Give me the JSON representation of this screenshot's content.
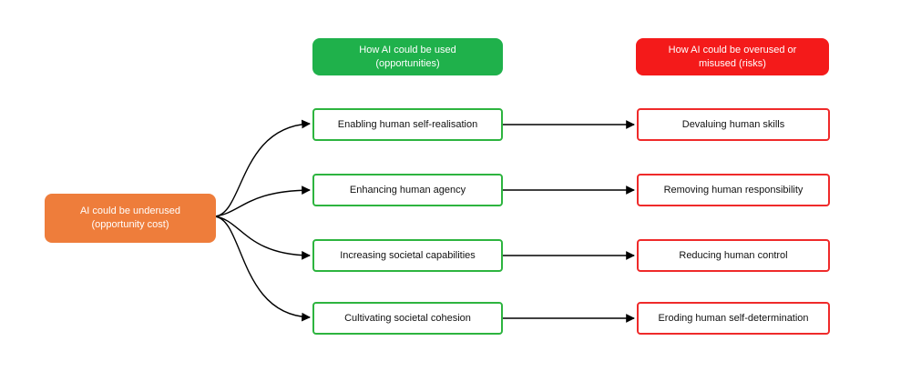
{
  "colors": {
    "opportunity_header": "#1fb14b",
    "risk_header": "#f41a1a",
    "opportunity_border": "#2db43f",
    "risk_border": "#ef2a2a",
    "source_fill": "#ee7d3b",
    "arrow": "#000000"
  },
  "headers": {
    "opportunities": "How AI could be used\n(opportunities)",
    "risks": "How AI could be overused or\nmisused (risks)"
  },
  "source": {
    "label": "AI could be underused\n(opportunity cost)"
  },
  "opportunities": [
    "Enabling human self-realisation",
    "Enhancing human agency",
    "Increasing societal capabilities",
    "Cultivating societal cohesion"
  ],
  "risks": [
    "Devaluing human skills",
    "Removing human responsibility",
    "Reducing human control",
    "Eroding human self-determination"
  ]
}
